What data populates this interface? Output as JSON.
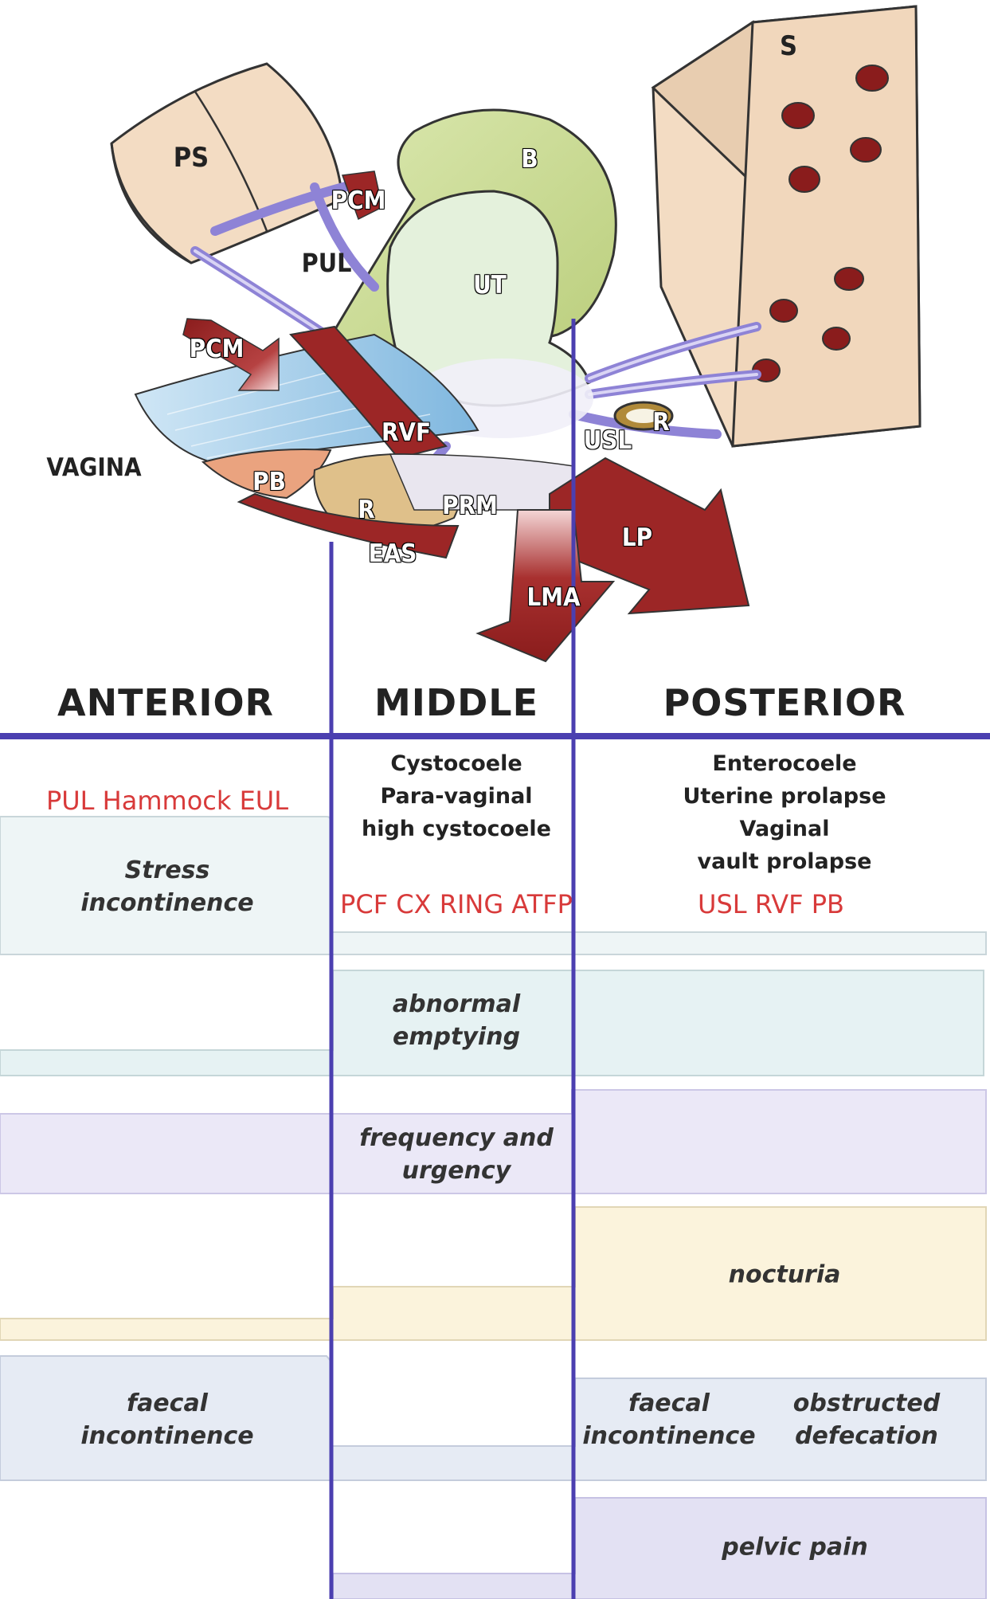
{
  "anatomy_labels": {
    "s": "S",
    "ps": "PS",
    "b": "B",
    "pcm_top": "PCM",
    "pul": "PUL",
    "ut": "UT",
    "pcm_left": "PCM",
    "vagina": "VAGINA",
    "rvf": "RVF",
    "usl": "USL",
    "r_right": "R",
    "pb": "PB",
    "r_left": "R",
    "prm": "PRM",
    "eas": "EAS",
    "lp": "LP",
    "lma": "LMA"
  },
  "columns": {
    "anterior": "ANTERIOR",
    "middle": "MIDDLE",
    "posterior": "POSTERIOR"
  },
  "conditions": {
    "middle": [
      "Cystocoele",
      "Para-vaginal",
      "high cystocoele"
    ],
    "posterior": [
      "Enterocoele",
      "Uterine prolapse",
      "Vaginal",
      "vault prolapse"
    ]
  },
  "structures": {
    "anterior": "PUL Hammock EUL",
    "middle": "PCF CX RING ATFP",
    "posterior": "USL RVF PB"
  },
  "symptoms": {
    "stress": [
      "Stress",
      "incontinence"
    ],
    "emptying": [
      "abnormal",
      "emptying"
    ],
    "frequency": [
      "frequency and",
      "urgency"
    ],
    "nocturia": "nocturia",
    "faecal_anterior": [
      "faecal",
      "incontinence"
    ],
    "faecal_posterior": [
      "faecal",
      "incontinence"
    ],
    "obstructed": [
      "obstructed",
      "defecation"
    ],
    "pelvic_pain": "pelvic pain"
  },
  "colors": {
    "divider": "#4b3fb0",
    "red_text": "#d83a3a",
    "bar_stress": "#eef5f6",
    "bar_emptying": "#e6f2f3",
    "bar_frequency": "#ebe8f7",
    "bar_nocturia": "#fbf3dc",
    "bar_faecal": "#e6ebf4",
    "bar_pelvic": "#e3e1f3"
  }
}
